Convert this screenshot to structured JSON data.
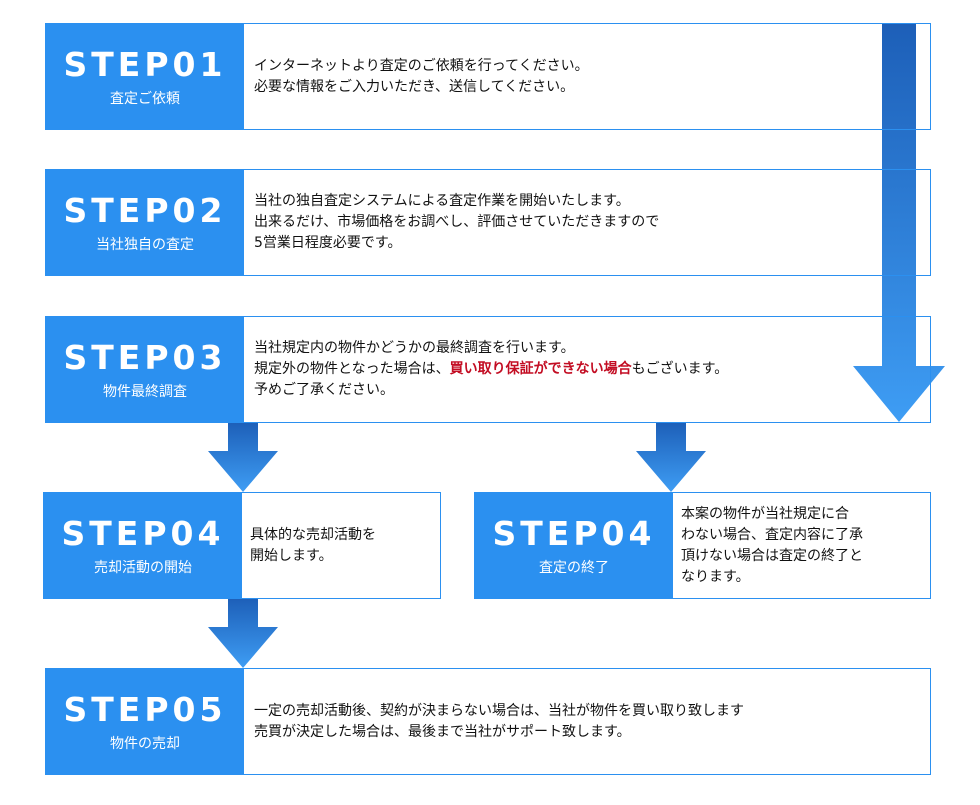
{
  "step1": {
    "label": "STEP01",
    "sub": "査定ご依頼",
    "lines": [
      "インターネットより査定のご依頼を行ってください。",
      "必要な情報をご入力いただき、送信してください。"
    ]
  },
  "step2": {
    "label": "STEP02",
    "sub": "当社独自の査定",
    "lines": [
      "当社の独自査定システムによる査定作業を開始いたします。",
      "出来るだけ、市場価格をお調べし、評価させていただきますので",
      "5営業日程度必要です。"
    ]
  },
  "step3": {
    "label": "STEP03",
    "sub": "物件最終調査",
    "line1": "当社規定内の物件かどうかの最終調査を行います。",
    "line2_pre": "規定外の物件となった場合は、",
    "line2_red": "買い取り保証ができない場合",
    "line2_post": "もございます。",
    "line3": "予めご了承ください。"
  },
  "step4a": {
    "label": "STEP04",
    "sub": "売却活動の開始",
    "lines": [
      "具体的な売却活動を",
      "開始します。"
    ]
  },
  "step4b": {
    "label": "STEP04",
    "sub": "査定の終了",
    "lines": [
      "本案の物件が当社規定に合",
      "わない場合、査定内容に了承",
      "頂けない場合は査定の終了と",
      "なります。"
    ]
  },
  "step5": {
    "label": "STEP05",
    "sub": "物件の売却",
    "lines": [
      "一定の売却活動後、契約が決まらない場合は、当社が物件を買い取り致します",
      "売買が決定した場合は、最後まで当社がサポート致します。"
    ]
  },
  "colors": {
    "accent": "#2b90f0",
    "arrow_top": "#1d5fb8",
    "arrow_bottom": "#3e9df4",
    "highlight": "#c30d23"
  }
}
